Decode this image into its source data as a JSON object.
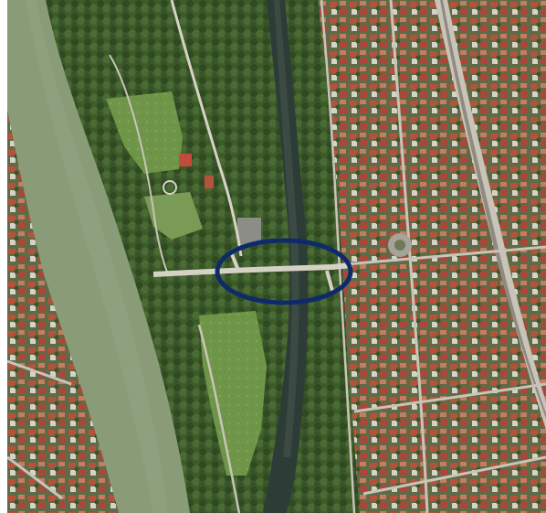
{
  "map": {
    "view": "satellite-aerial",
    "features": [
      "river-wide",
      "river-narrow-channel",
      "island-park",
      "footbridge",
      "town-blocks",
      "main-road"
    ],
    "highlight": {
      "shape": "ellipse",
      "target": "footbridge",
      "color": "#0e2a6b"
    },
    "colors": {
      "wide_river": "#8a9b78",
      "narrow_channel": "#2e3c38",
      "vegetation": "#3f5e2c",
      "lawn": "#6f9648",
      "rooftop": "#b5523b",
      "road": "#c9c4b8",
      "background": "#ffffff"
    }
  }
}
